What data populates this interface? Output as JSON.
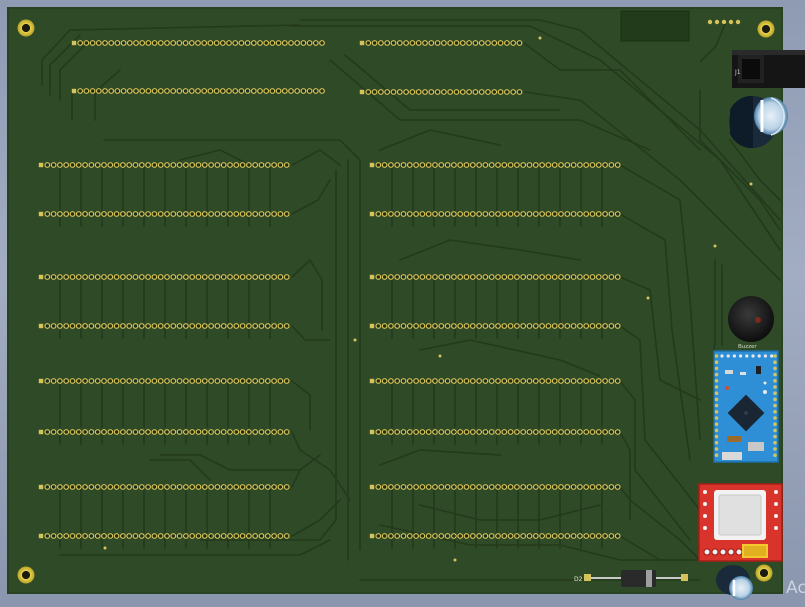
{
  "view": {
    "type": "3D PCB viewer",
    "board_color": "#2f4a26",
    "trace_color": "#27401f",
    "pad_color": "#d7c35b",
    "background_color": "#98a4bb"
  },
  "labels": {
    "buzzer": "Buzzer",
    "diode": "D2",
    "activation_text": "Ac"
  },
  "components": [
    {
      "name": "dc-barrel-jack",
      "icon": "barrel-jack-icon"
    },
    {
      "name": "electrolytic-capacitor-top",
      "icon": "capacitor-icon"
    },
    {
      "name": "buzzer",
      "icon": "buzzer-icon"
    },
    {
      "name": "arduino-pro-mini",
      "icon": "microcontroller-board-icon",
      "color": "#2e8fd6"
    },
    {
      "name": "gsm-module",
      "icon": "sim-module-icon",
      "color": "#d9342b"
    },
    {
      "name": "electrolytic-capacitor-bottom",
      "icon": "capacitor-icon"
    },
    {
      "name": "diode-d2",
      "icon": "diode-icon"
    },
    {
      "name": "ic-dark-block",
      "icon": "chip-icon"
    }
  ],
  "header_rows": 2,
  "header_grid": {
    "rows": 8,
    "columns_per_group": 2
  }
}
